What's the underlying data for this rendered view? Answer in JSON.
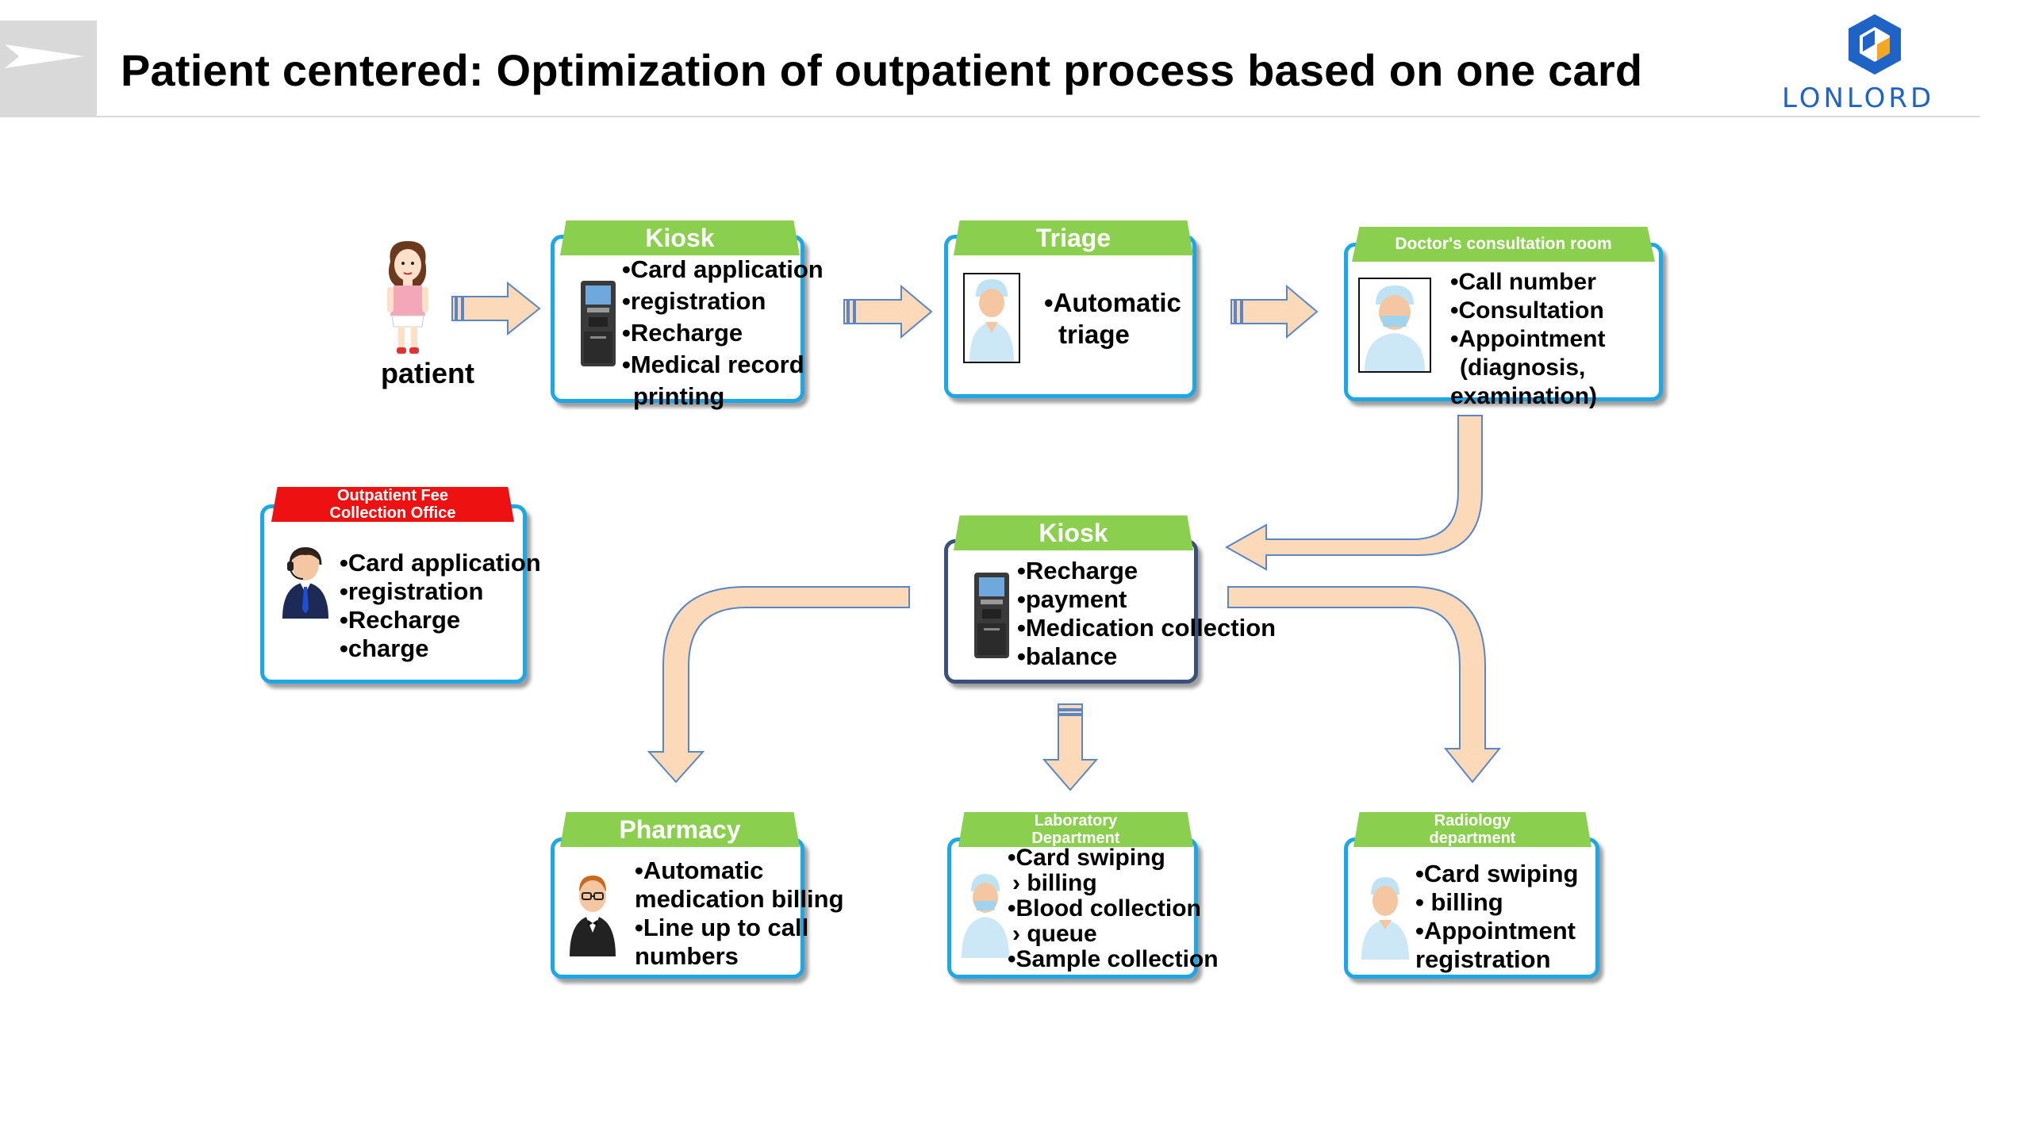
{
  "title": "Patient centered: Optimization of outpatient process based on one card",
  "logo": {
    "text": "LONLORD",
    "color": "#1f63c6"
  },
  "colors": {
    "header_green": "#8bcf4f",
    "header_red": "#ee1111",
    "border_blue": "#1ea7e6",
    "border_navy": "#3b5078",
    "arrow_fill": "#fcd9b9",
    "arrow_stroke": "#5b86c4"
  },
  "patient": {
    "label": "patient",
    "icon": "patient-girl-icon"
  },
  "nodes": {
    "kiosk1": {
      "title": "Kiosk",
      "icon": "kiosk-machine-icon",
      "items": [
        "•Card application",
        "•registration",
        "•Recharge",
        "•Medical record",
        " printing"
      ]
    },
    "triage": {
      "title": "Triage",
      "icon": "nurse-icon",
      "items": [
        "•Automatic",
        " triage"
      ]
    },
    "doctor": {
      "title": "Doctor's consultation room",
      "icon": "doctor-icon",
      "items": [
        "•Call number",
        "•Consultation",
        "•Appointment",
        " (diagnosis,",
        "examination)"
      ]
    },
    "fee_office": {
      "title_lines": [
        "Outpatient Fee",
        "Collection Office"
      ],
      "icon": "cashier-headset-icon",
      "items": [
        "•Card application",
        "•registration",
        "•Recharge",
        "•charge"
      ]
    },
    "kiosk2": {
      "title": "Kiosk",
      "icon": "kiosk-machine-icon",
      "items": [
        "•Recharge",
        "•payment",
        "•Medication collection",
        "•balance"
      ]
    },
    "pharmacy": {
      "title": "Pharmacy",
      "icon": "pharmacist-icon",
      "items": [
        "•Automatic",
        "medication billing",
        "•Line up to call",
        "numbers"
      ]
    },
    "laboratory": {
      "title_lines": [
        "Laboratory",
        "Department"
      ],
      "icon": "lab-nurse-icon",
      "items": [
        "•Card swiping",
        "› billing",
        "•Blood collection",
        "› queue",
        "•Sample collection"
      ]
    },
    "radiology": {
      "title_lines": [
        "Radiology",
        "department"
      ],
      "icon": "radiology-nurse-icon",
      "items": [
        "•Card swiping",
        "• billing",
        "•Appointment",
        "registration"
      ]
    }
  }
}
